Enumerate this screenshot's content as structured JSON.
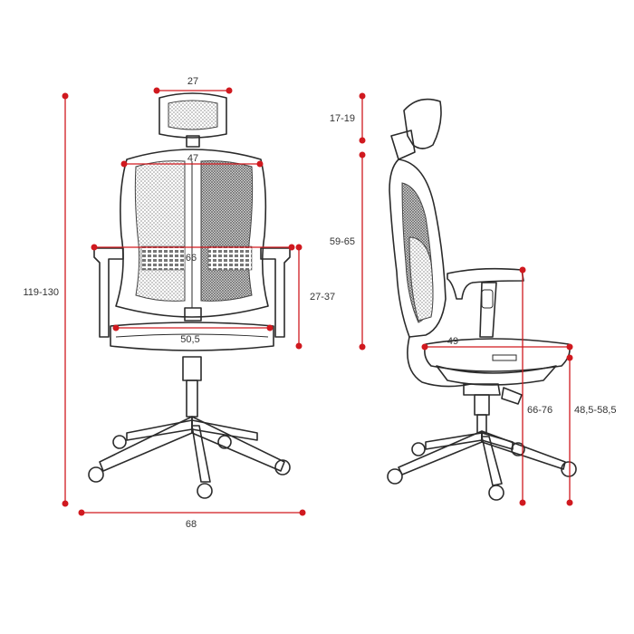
{
  "colors": {
    "dimension": "#d0191f",
    "line": "#2b2b2b",
    "text": "#333333"
  },
  "dimensions": {
    "headrest_width": "27",
    "backrest_width": "47",
    "armrest_span": "66",
    "seat_width": "50,5",
    "base_width": "68",
    "total_height": "119-130",
    "headrest_height": "17-19",
    "backrest_height": "59-65",
    "armrest_height": "27-37",
    "seat_depth": "49",
    "armrest_floor_height": "66-76",
    "seat_floor_height": "48,5-58,5"
  }
}
